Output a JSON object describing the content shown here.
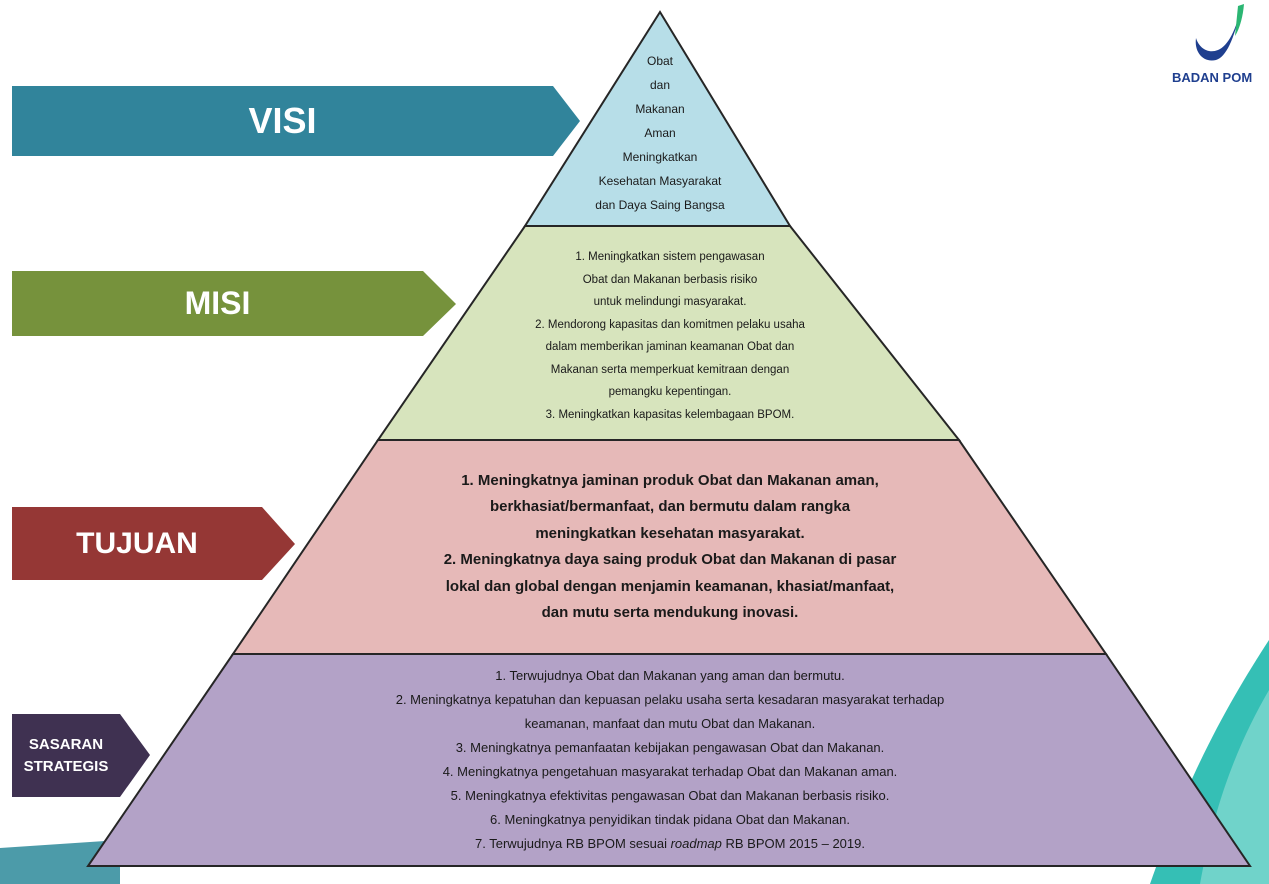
{
  "logo": {
    "text": "BADAN POM",
    "icon": "badan-pom-swoosh-logo"
  },
  "labels": {
    "visi": "VISI",
    "misi": "MISI",
    "tujuan": "TUJUAN",
    "sasaran_line1": "SASARAN",
    "sasaran_line2": "STRATEGIS"
  },
  "visi_lines": [
    "Obat",
    "dan",
    "Makanan",
    "Aman",
    "Meningkatkan",
    "Kesehatan  Masyarakat",
    "dan Daya Saing Bangsa"
  ],
  "misi_lines": [
    "1. Meningkatkan sistem pengawasan",
    "Obat dan Makanan berbasis risiko",
    "untuk  melindungi masyarakat.",
    "2. Mendorong kapasitas dan komitmen pelaku usaha",
    "dalam memberikan jaminan keamanan Obat dan",
    "Makanan serta memperkuat kemitraan dengan",
    "pemangku kepentingan.",
    "3. Meningkatkan kapasitas kelembagaan BPOM."
  ],
  "tujuan_lines": [
    "1. Meningkatnya jaminan produk Obat dan Makanan aman,",
    "berkhasiat/bermanfaat, dan bermutu dalam rangka",
    "meningkatkan kesehatan masyarakat.",
    "2. Meningkatnya daya saing produk Obat dan Makanan di pasar",
    "lokal dan global dengan menjamin keamanan, khasiat/manfaat,",
    "dan mutu serta mendukung inovasi."
  ],
  "sasaran_lines": [
    "1. Terwujudnya Obat dan Makanan yang aman dan bermutu.",
    "2. Meningkatnya kepatuhan dan kepuasan pelaku usaha serta kesadaran masyarakat terhadap",
    "keamanan, manfaat dan mutu Obat dan Makanan.",
    "3. Meningkatnya pemanfaatan kebijakan pengawasan Obat dan Makanan.",
    "4. Meningkatnya pengetahuan masyarakat terhadap Obat dan Makanan aman.",
    "5. Meningkatnya efektivitas pengawasan Obat dan Makanan berbasis risiko.",
    "6. Meningkatnya penyidikan tindak pidana Obat dan Makanan."
  ],
  "sasaran_last": {
    "prefix": "7. Terwujudnya RB BPOM sesuai ",
    "italic": "roadmap",
    "suffix": " RB BPOM 2015 – 2019."
  },
  "colors": {
    "visi_arrow": "#31849b",
    "misi_arrow": "#76923c",
    "tujuan_arrow": "#953735",
    "sasaran_arrow": "#3f3151",
    "visi_fill": "#b7dee8",
    "misi_fill": "#d7e4bd",
    "tujuan_fill": "#e6b9b8",
    "sasaran_fill": "#b3a2c7",
    "logo_blue": "#1f3f8f",
    "logo_green": "#2bb673",
    "accent_teal": "#1fb8ad"
  }
}
